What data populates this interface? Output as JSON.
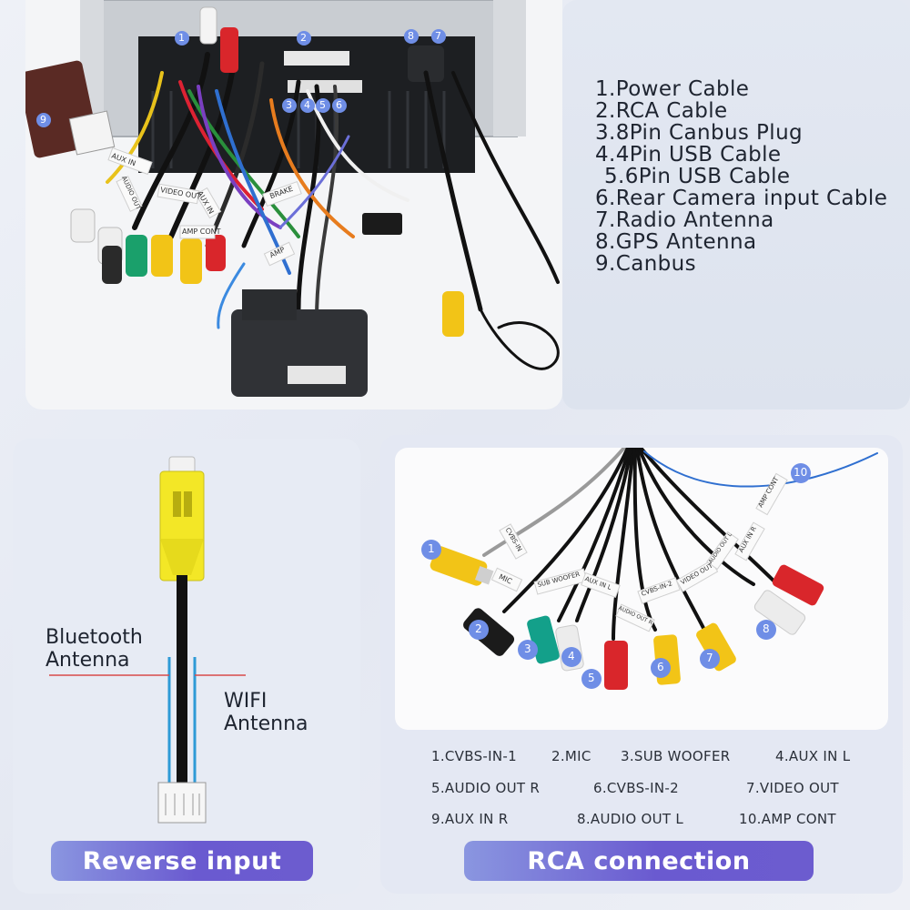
{
  "top_legend": {
    "items": [
      "1.Power Cable",
      "2.RCA Cable",
      "3.8Pin Canbus Plug",
      "4.4Pin USB Cable",
      "5.6Pin USB Cable",
      "6.Rear Camera input Cable",
      "7.Radio Antenna",
      "8.GPS Antenna",
      "9.Canbus"
    ]
  },
  "top_photo": {
    "markers": [
      "1",
      "2",
      "3",
      "4",
      "5",
      "6",
      "7",
      "8",
      "9"
    ],
    "tags": [
      "AUX IN",
      "VIDEO OUT",
      "AUX IN",
      "AUDIO OUT",
      "AMP CONT",
      "BRAKE",
      "AMP"
    ]
  },
  "reverse_panel": {
    "bluetooth_line1": "Bluetooth",
    "bluetooth_line2": "Antenna",
    "wifi_line1": "WIFI",
    "wifi_line2": "Antenna",
    "banner": "Reverse input"
  },
  "rca_panel": {
    "markers": [
      "1",
      "2",
      "3",
      "4",
      "5",
      "6",
      "7",
      "8",
      "10"
    ],
    "tags": [
      "CVBS-IN",
      "MIC",
      "SUB WOOFER",
      "AUX IN L",
      "AUDIO OUT R",
      "CVBS-IN-2",
      "VIDEO OUT",
      "AUDIO OUT L",
      "AUX IN R",
      "AMP CONT"
    ],
    "legend": [
      "1.CVBS-IN-1",
      "2.MIC",
      "3.SUB WOOFER",
      "4.AUX IN L",
      "5.AUDIO OUT R",
      "6.CVBS-IN-2",
      "7.VIDEO OUT",
      "9.AUX IN R",
      "8.AUDIO OUT L",
      "10.AMP CONT"
    ],
    "banner": "RCA connection"
  },
  "colors": {
    "marker_blue": "#6f8ee6",
    "rca_yellow": "#f2c417",
    "rca_red": "#d9262b",
    "rca_white": "#eeeeee",
    "rca_green": "#13a08a",
    "rca_black": "#1b1b1b",
    "banner_start": "#8a96e0",
    "banner_end": "#6c5ccf"
  }
}
